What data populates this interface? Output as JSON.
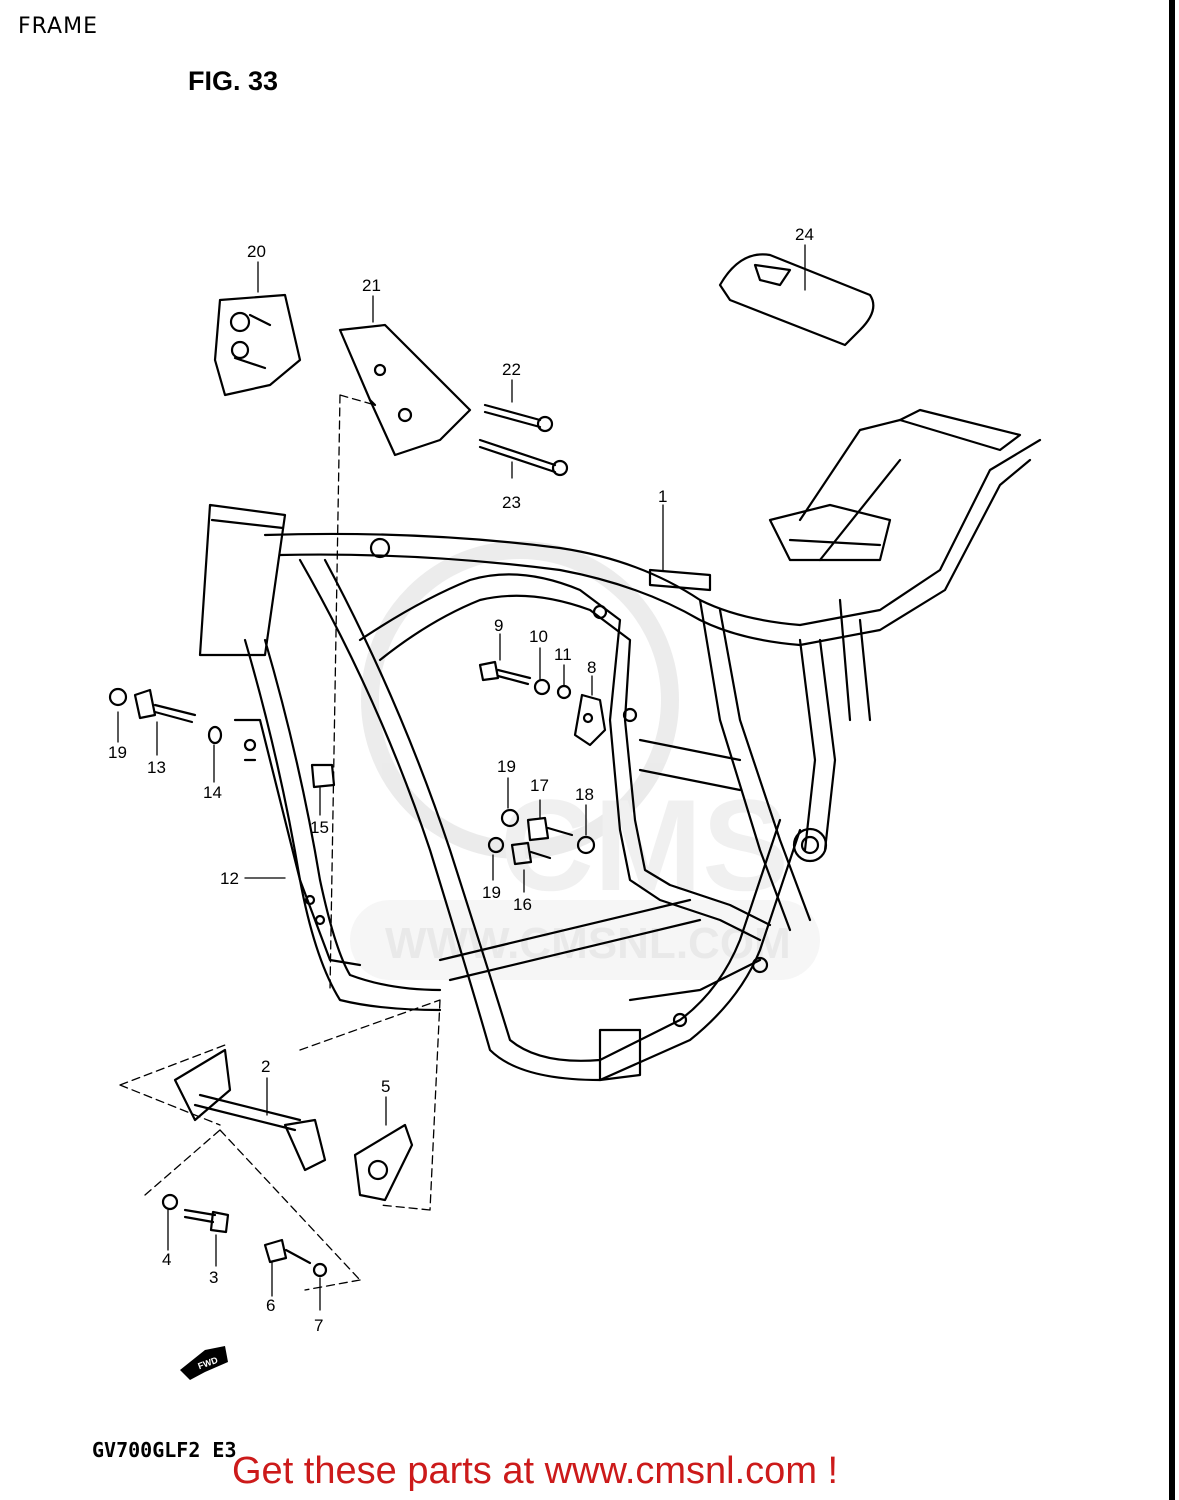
{
  "header": {
    "section_title": "FRAME",
    "figure_label": "FIG. 33"
  },
  "footer": {
    "model_code": "GV700GLF2 E3",
    "promo_text": "Get these parts at www.cmsnl.com !"
  },
  "watermark": {
    "text_main": "CMS",
    "text_url": "WWW.CMSNL.COM"
  },
  "fwd_arrow": {
    "label": "FWD"
  },
  "callouts": [
    {
      "num": "1"
    },
    {
      "num": "2"
    },
    {
      "num": "3"
    },
    {
      "num": "4"
    },
    {
      "num": "5"
    },
    {
      "num": "6"
    },
    {
      "num": "7"
    },
    {
      "num": "8"
    },
    {
      "num": "9"
    },
    {
      "num": "10"
    },
    {
      "num": "11"
    },
    {
      "num": "12"
    },
    {
      "num": "13"
    },
    {
      "num": "14"
    },
    {
      "num": "15"
    },
    {
      "num": "16"
    },
    {
      "num": "17"
    },
    {
      "num": "18"
    },
    {
      "num": "19"
    },
    {
      "num": "19"
    },
    {
      "num": "19"
    },
    {
      "num": "20"
    },
    {
      "num": "21"
    },
    {
      "num": "22"
    },
    {
      "num": "23"
    },
    {
      "num": "24"
    }
  ],
  "colors": {
    "line": "#000000",
    "footer_text": "#cc1a1a",
    "watermark": "#e6e6e6"
  }
}
